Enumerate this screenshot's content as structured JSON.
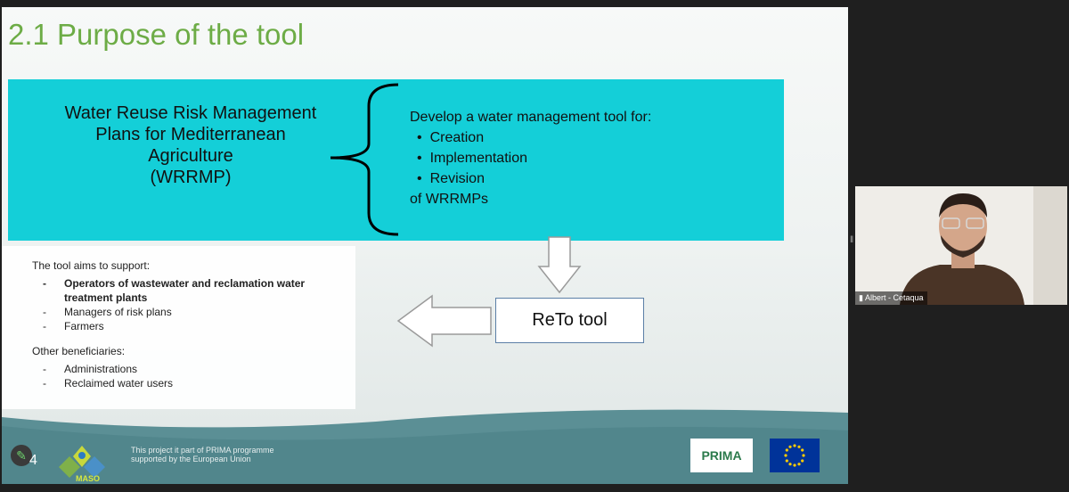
{
  "slide": {
    "title": "2.1 Purpose of the tool",
    "wrrmp_lines": [
      "Water Reuse Risk Management",
      "Plans for Mediterranean",
      "Agriculture",
      "(WRRMP)"
    ],
    "purpose_heading": "Develop a water management tool for:",
    "purpose_items": [
      "Creation",
      "Implementation",
      "Revision"
    ],
    "purpose_footer": "of WRRMPs",
    "aims_heading": "The tool aims to support:",
    "aims_items": [
      "Operators of wastewater and reclamation water treatment plants",
      "Managers of risk plans",
      "Farmers"
    ],
    "other_heading": "Other beneficiaries:",
    "other_items": [
      "Administrations",
      "Reclaimed water users"
    ],
    "reto_label": "ReTo tool",
    "page_number": "4",
    "project_text": "This project it part of PRIMA programme supported by the European Union",
    "maso_label": "MASO",
    "prima_label": "PRIMA"
  },
  "video": {
    "participant": "Albert - Cetaqua"
  },
  "colors": {
    "title_green": "#6dac46",
    "teal": "#14cfd8",
    "footer_teal": "#5b8f95"
  }
}
